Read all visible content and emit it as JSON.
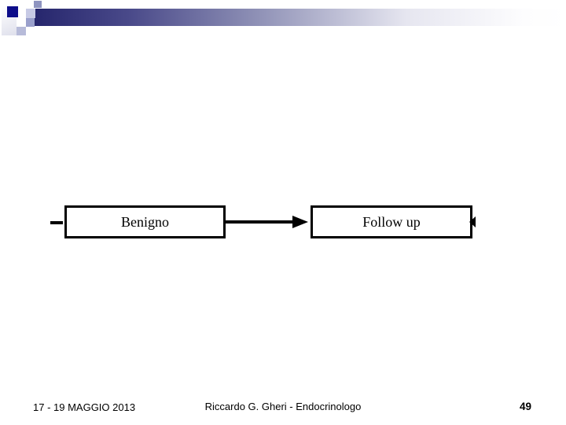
{
  "slide": {
    "colors": {
      "slide-bg": "#ffffff",
      "bar-start": "#26266d",
      "bar-mid": "#8f91b6",
      "bar-end": "#ffffff",
      "navy-square": "#0d0d8a",
      "strip-end": "#dfe0ec",
      "sq-medium-light": "#8e94c0",
      "sq-light": "#c7cae5",
      "sq-medium": "#9aa0cc",
      "sq-light2": "#b7bbd9",
      "line-color": "#000000"
    },
    "diagram": {
      "boxes": [
        {
          "label": "Benigno"
        },
        {
          "label": "Follow up"
        }
      ]
    },
    "footer": {
      "date": "17 - 19 MAGGIO 2013",
      "author": "Riccardo G. Gheri - Endocrinologo",
      "page_number": "49"
    }
  }
}
